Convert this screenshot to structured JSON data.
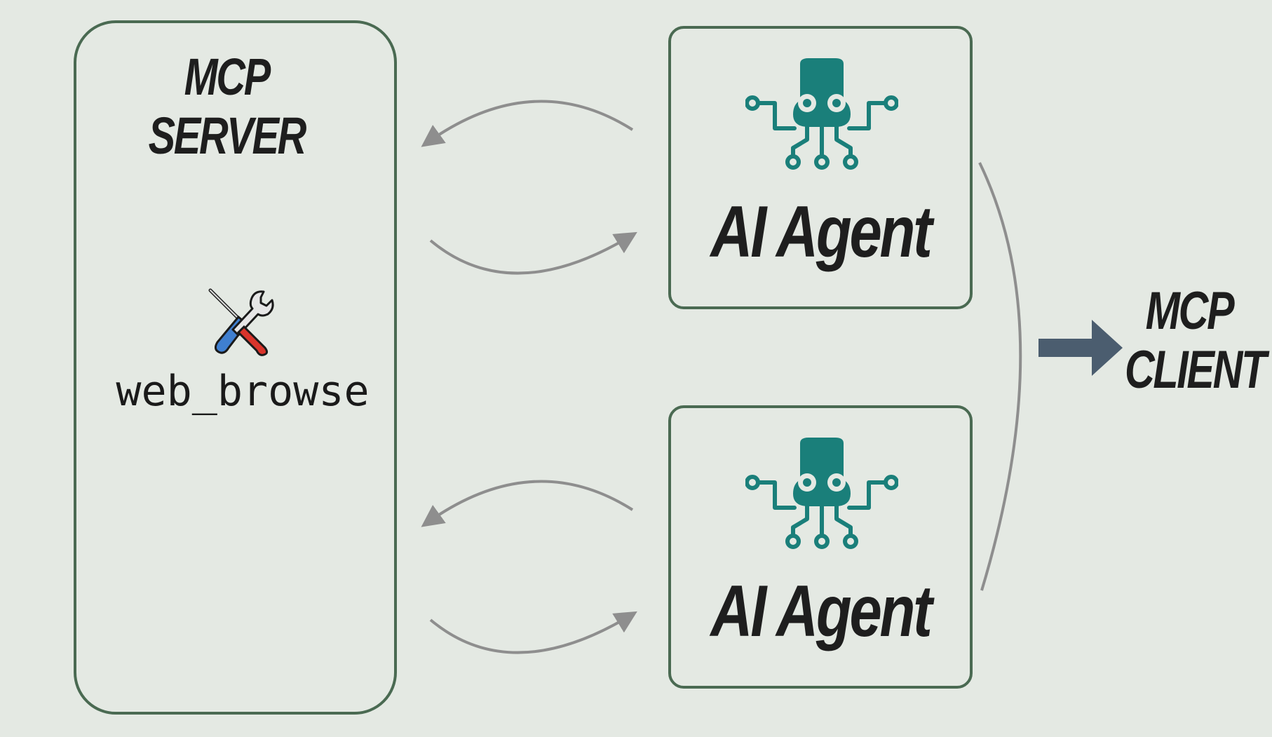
{
  "server": {
    "title_line1": "MCP",
    "title_line2": "SERVER",
    "tool": {
      "icon": "hammer-wrench-icon",
      "name": "web_browse"
    }
  },
  "agents": [
    {
      "label": "AI Agent",
      "icon": "robot-octopus-icon"
    },
    {
      "label": "AI Agent",
      "icon": "robot-octopus-icon"
    }
  ],
  "client": {
    "title_line1": "MCP",
    "title_line2": "CLIENT",
    "pointer_icon": "right-arrow-icon"
  },
  "colors": {
    "background": "#e4e9e3",
    "box_border": "#4a6a52",
    "agent_icon": "#1a7f7a",
    "connector": "#8e8e8e",
    "client_arrow": "#4b5d6f",
    "text": "#1e1e1e"
  }
}
